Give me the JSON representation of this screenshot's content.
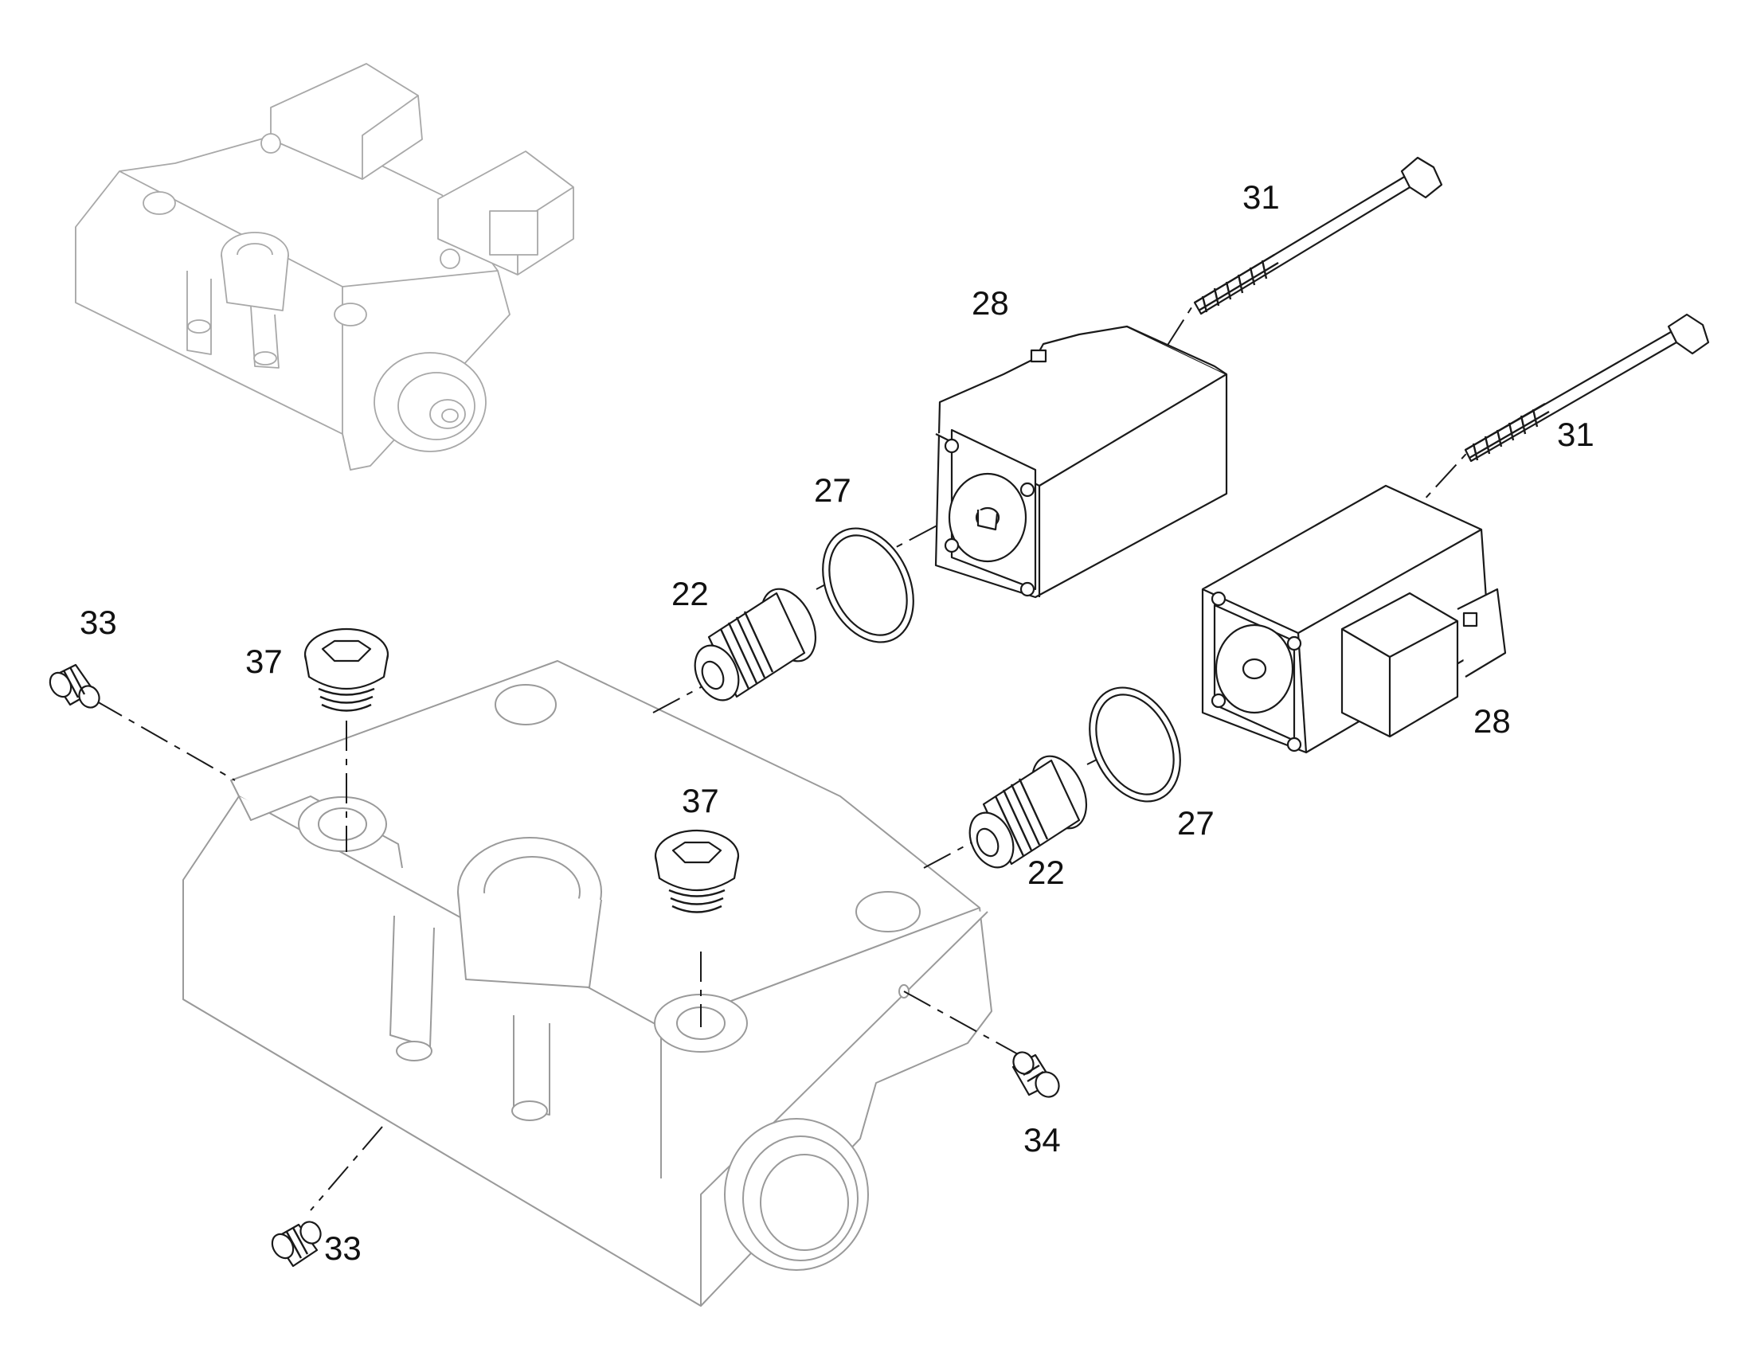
{
  "diagram": {
    "callouts": [
      {
        "id": "31a",
        "text": "31"
      },
      {
        "id": "31b",
        "text": "31"
      },
      {
        "id": "28a",
        "text": "28"
      },
      {
        "id": "28b",
        "text": "28"
      },
      {
        "id": "27a",
        "text": "27"
      },
      {
        "id": "27b",
        "text": "27"
      },
      {
        "id": "22a",
        "text": "22"
      },
      {
        "id": "22b",
        "text": "22"
      },
      {
        "id": "33a",
        "text": "33"
      },
      {
        "id": "33b",
        "text": "33"
      },
      {
        "id": "37a",
        "text": "37"
      },
      {
        "id": "37b",
        "text": "37"
      },
      {
        "id": "34",
        "text": "34"
      }
    ],
    "colors": {
      "line": "#1a1a1a",
      "ghost": "#a8a8a8",
      "grey": "#9a9a9a",
      "background": "#ffffff"
    }
  }
}
